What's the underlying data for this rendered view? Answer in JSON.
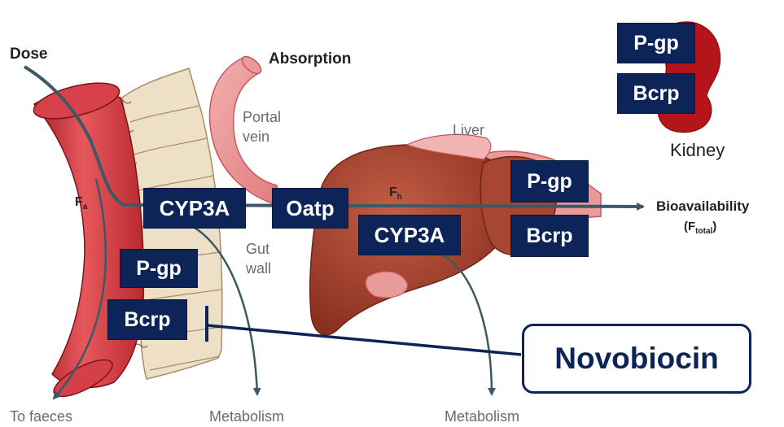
{
  "labels": {
    "dose": "Dose",
    "absorption": "Absorption",
    "portal_vein_1": "Portal",
    "portal_vein_2": "vein",
    "liver": "Liver",
    "gut_wall_1": "Gut",
    "gut_wall_2": "wall",
    "kidney": "Kidney",
    "fa": "F",
    "fa_sub": "a",
    "fh": "F",
    "fh_sub": "h",
    "bioavailability": "Bioavailability",
    "ftotal": "(F",
    "ftotal_sub": "total",
    "ftotal_close": ")",
    "to_faeces": "To faeces",
    "metabolism_gut": "Metabolism",
    "metabolism_liver": "Metabolism"
  },
  "transporters": {
    "gut_cyp3a": "CYP3A",
    "gut_pgp": "P-gp",
    "gut_bcrp": "Bcrp",
    "oatp": "Oatp",
    "liver_cyp3a": "CYP3A",
    "liver_pgp": "P-gp",
    "liver_bcrp": "Bcrp",
    "kidney_pgp": "P-gp",
    "kidney_bcrp": "Bcrp"
  },
  "inhibitor": "Novobiocin",
  "colors": {
    "box_navy": "#0d2458",
    "arrow": "#3d5866",
    "intestine_red": "#c8323a",
    "liver_brown": "#9d3a28",
    "kidney_red": "#b3151a"
  }
}
